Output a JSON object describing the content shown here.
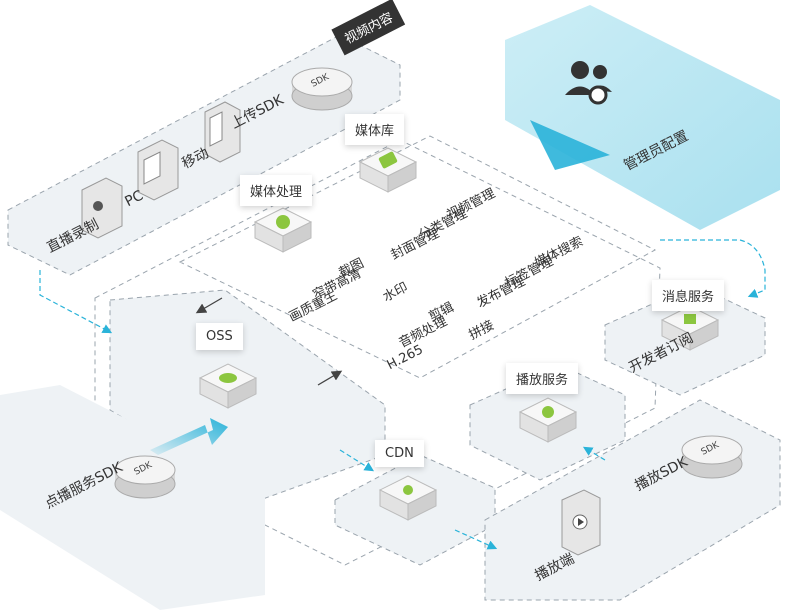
{
  "video_content": {
    "tag": "视频内容",
    "upload_sdk": "上传SDK",
    "mobile": "移动",
    "pc": "PC",
    "live_recording": "直播录制"
  },
  "admin": {
    "label": "管理员配置"
  },
  "media_library": {
    "tag": "媒体库"
  },
  "media_processing": {
    "tag": "媒体处理"
  },
  "library_features": [
    "视频管理",
    "分类管理",
    "封面管理",
    "媒体搜索",
    "标签管理",
    "发布管理"
  ],
  "processing_features": [
    "截图",
    "窄带高清",
    "画质重生",
    "水印",
    "剪辑",
    "拼接",
    "音频处理",
    "H.265"
  ],
  "oss": {
    "tag": "OSS"
  },
  "cdn": {
    "tag": "CDN"
  },
  "message_service": {
    "tag": "消息服务",
    "subscription": "开发者订阅"
  },
  "playback_service": {
    "tag": "播放服务"
  },
  "playback_sdk": {
    "label": "播放SDK",
    "player": "播放端"
  },
  "vod_sdk": {
    "label": "点播服务SDK"
  },
  "sdk_badge": "SDK",
  "colors": {
    "accent_green": "#8cc63f",
    "accent_cyan": "#2ab3d9",
    "panel": "#eef2f5",
    "dashed": "#9aa4ad"
  }
}
